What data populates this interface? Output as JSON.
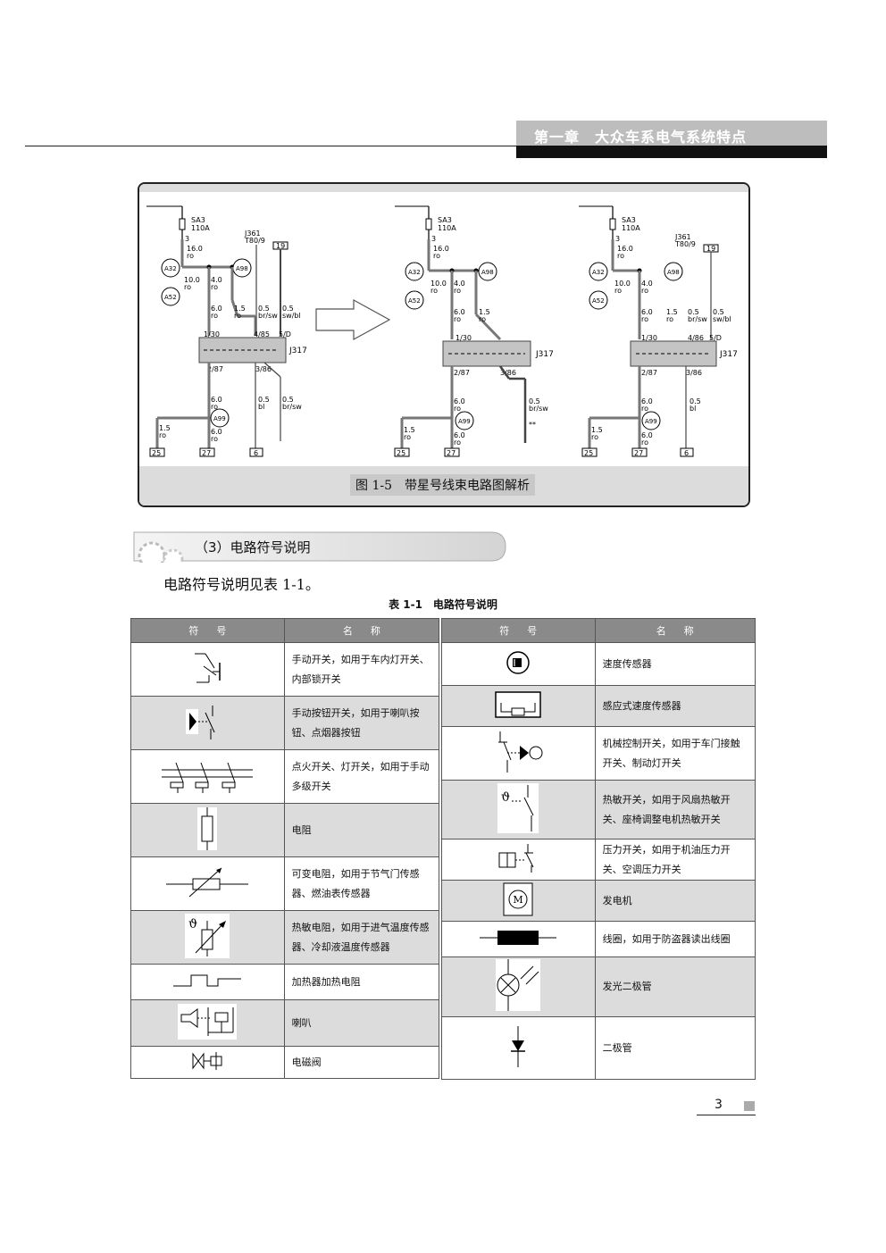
{
  "header": {
    "chapter_title": "第一章　大众车系电气系统特点"
  },
  "figure": {
    "caption": "图 1-5　带星号线束电路图解析",
    "panels": [
      {
        "fuse": "SA3",
        "fuse_rating": "110A",
        "fuse_pin": "3",
        "relay_label": "J361",
        "relay_pin": "T80/9",
        "terminal": "19",
        "wire_top": [
          "16.0",
          "ro"
        ],
        "wire_a": [
          "10.0",
          "ro"
        ],
        "wire_b": [
          "4.0",
          "ro"
        ],
        "wire_c": [
          "6.0",
          "ro"
        ],
        "wire_d": [
          "1.5",
          "ro"
        ],
        "wire_e": [
          "0.5",
          "br/sw"
        ],
        "wire_f": [
          "0.5",
          "sw/bl"
        ],
        "pins": [
          "1/30",
          "4/85",
          "5/D",
          "2/87",
          "3/86"
        ],
        "module": "J317",
        "wire_g": [
          "6.0",
          "ro"
        ],
        "wire_h": [
          "6.0",
          "ro"
        ],
        "wire_i": [
          "1.5",
          "ro"
        ],
        "wire_j": [
          "0.5",
          "bl"
        ],
        "wire_k": [
          "0.5",
          "br/sw"
        ],
        "connectors": [
          "A32",
          "A52",
          "A98",
          "A99"
        ],
        "bottom_terms": [
          "25",
          "27",
          "6"
        ]
      },
      {
        "fuse": "SA3",
        "fuse_rating": "110A",
        "fuse_pin": "3",
        "wire_top": [
          "16.0",
          "ro"
        ],
        "wire_a": [
          "10.0",
          "ro"
        ],
        "wire_b": [
          "4.0",
          "ro"
        ],
        "wire_c": [
          "6.0",
          "ro"
        ],
        "wire_d": [
          "1.5",
          "ro"
        ],
        "pins": [
          "1/30",
          "2/87",
          "3/86"
        ],
        "module": "J317",
        "wire_g": [
          "6.0",
          "ro"
        ],
        "wire_h": [
          "6.0",
          "ro"
        ],
        "wire_i": [
          "1.5",
          "ro"
        ],
        "wire_k": [
          "0.5",
          "br/sw"
        ],
        "wire_k_star": "**",
        "connectors": [
          "A32",
          "A52",
          "A98",
          "A99"
        ],
        "bottom_terms": [
          "25",
          "27"
        ]
      },
      {
        "fuse": "SA3",
        "fuse_rating": "110A",
        "fuse_pin": "3",
        "relay_label": "J361",
        "relay_pin": "T80/9",
        "terminal": "19",
        "wire_top": [
          "16.0",
          "ro"
        ],
        "wire_a": [
          "10.0",
          "ro"
        ],
        "wire_b": [
          "4.0",
          "ro"
        ],
        "wire_c": [
          "6.0",
          "ro"
        ],
        "wire_d": [
          "1.5",
          "ro"
        ],
        "wire_e": [
          "0.5",
          "br/sw"
        ],
        "wire_f": [
          "0.5",
          "sw/bl"
        ],
        "pins": [
          "1/30",
          "4/86",
          "5/D",
          "2/87",
          "3/86"
        ],
        "module": "J317",
        "wire_g": [
          "6.0",
          "ro"
        ],
        "wire_h": [
          "6.0",
          "ro"
        ],
        "wire_i": [
          "1.5",
          "ro"
        ],
        "wire_j": [
          "0.5",
          "bl"
        ],
        "connectors": [
          "A32",
          "A52",
          "A98",
          "A99"
        ],
        "bottom_terms": [
          "25",
          "27",
          "6"
        ]
      }
    ]
  },
  "section": {
    "title": "（3）电路符号说明",
    "intro": "电路符号说明见表 1-1。"
  },
  "table": {
    "caption": "表 1-1　电路符号说明",
    "headers": [
      "符号",
      "名称",
      "符号",
      "名称"
    ],
    "left_rows": [
      {
        "icon": "manual-switch-icon",
        "name": "手动开关，如用于车内灯开关、内部锁开关"
      },
      {
        "icon": "push-button-switch-icon",
        "name": "手动按钮开关，如用于喇叭按钮、点烟器按钮"
      },
      {
        "icon": "multi-stage-switch-icon",
        "name": "点火开关、灯开关，如用于手动多级开关"
      },
      {
        "icon": "resistor-icon",
        "name": "电阻"
      },
      {
        "icon": "variable-resistor-icon",
        "name": "可变电阻，如用于节气门传感器、燃油表传感器"
      },
      {
        "icon": "thermistor-icon",
        "name": "热敏电阻，如用于进气温度传感器、冷却液温度传感器"
      },
      {
        "icon": "heating-resistor-icon",
        "name": "加热器加热电阻"
      },
      {
        "icon": "horn-icon",
        "name": "喇叭"
      },
      {
        "icon": "solenoid-valve-icon",
        "name": "电磁阀"
      }
    ],
    "right_rows": [
      {
        "icon": "speed-sensor-icon",
        "name": "速度传感器"
      },
      {
        "icon": "inductive-speed-sensor-icon",
        "name": "感应式速度传感器"
      },
      {
        "icon": "mechanical-switch-icon",
        "name": "机械控制开关，如用于车门接触开关、制动灯开关"
      },
      {
        "icon": "thermal-switch-icon",
        "name": "热敏开关，如用于风扇热敏开关、座椅调整电机热敏开关"
      },
      {
        "icon": "pressure-switch-icon",
        "name": "压力开关，如用于机油压力开关、空调压力开关"
      },
      {
        "icon": "generator-icon",
        "name": "发电机",
        "glyph": "M"
      },
      {
        "icon": "coil-icon",
        "name": "线圈，如用于防盗器读出线圈"
      },
      {
        "icon": "led-icon",
        "name": "发光二极管"
      },
      {
        "icon": "diode-icon",
        "name": "二极管"
      }
    ]
  },
  "footer": {
    "page_number": "3"
  }
}
